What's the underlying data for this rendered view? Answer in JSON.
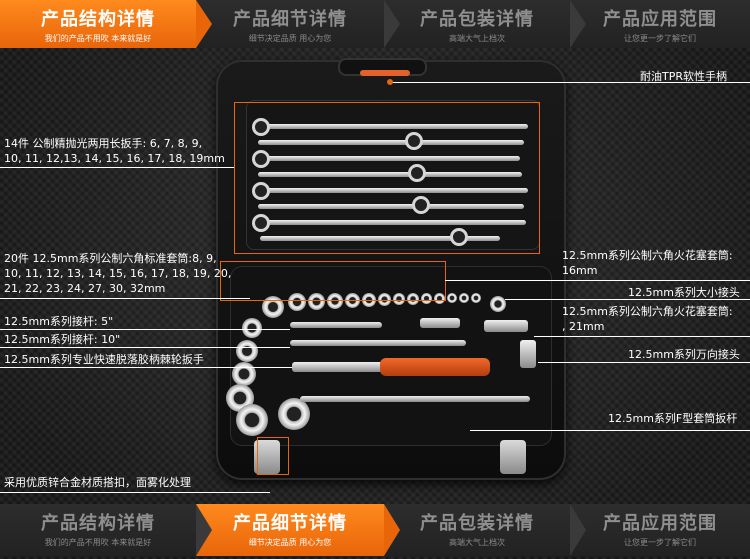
{
  "nav_top": [
    {
      "title": "产品结构详情",
      "subtitle": "我们的产品不用吹 本来就是好",
      "active": true
    },
    {
      "title": "产品细节详情",
      "subtitle": "细节决定品质 用心为您",
      "active": false
    },
    {
      "title": "产品包装详情",
      "subtitle": "高端大气上档次",
      "active": false
    },
    {
      "title": "产品应用范围",
      "subtitle": "让您更一步了解它们",
      "active": false
    }
  ],
  "nav_bottom": [
    {
      "title": "产品结构详情",
      "subtitle": "我们的产品不用吹 本来就是好",
      "active": false
    },
    {
      "title": "产品细节详情",
      "subtitle": "细节决定品质 用心为您",
      "active": true
    },
    {
      "title": "产品包装详情",
      "subtitle": "高端大气上档次",
      "active": false
    },
    {
      "title": "产品应用范围",
      "subtitle": "让您更一步了解它们",
      "active": false
    }
  ],
  "labels": {
    "handle": "耐油TPR软性手柄",
    "wrenches_1": "14件 公制精抛光两用长扳手: 6, 7, 8, 9,",
    "wrenches_2": "10, 11, 12,13, 14, 15, 16, 17, 18, 19mm",
    "sockets_1": "20件 12.5mm系列公制六角标准套筒:8, 9,",
    "sockets_2": "10, 11, 12, 13, 14, 15, 16, 17, 18, 19, 20,",
    "sockets_3": "21, 22, 23, 24, 27, 30, 32mm",
    "spark_16_1": "12.5mm系列公制六角火花塞套筒:",
    "spark_16_2": "16mm",
    "adapter": "12.5mm系列大小接头",
    "spark_21_1": "12.5mm系列公制六角火花塞套筒:",
    "spark_21_2": ", 21mm",
    "ext5": "12.5mm系列接杆: 5\"",
    "ext10": "12.5mm系列接杆: 10\"",
    "ratchet": "12.5mm系列专业快速脱落胶柄棘轮扳手",
    "ujoint": "12.5mm系列万向接头",
    "fbar": "12.5mm系列F型套筒扳杆",
    "latch": "采用优质锌合金材质搭扣，面雾化处理"
  }
}
